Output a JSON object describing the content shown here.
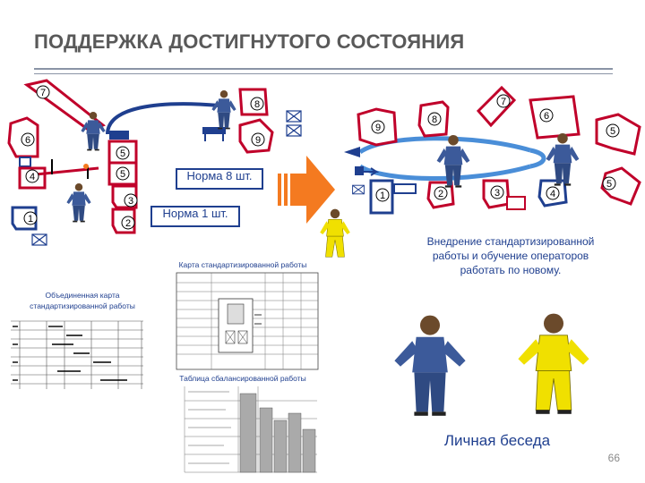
{
  "slide": {
    "title": "ПОДДЕРЖКА ДОСТИГНУТОГО СОСТОЯНИЯ",
    "page_number": "66",
    "accent_red": "#c0002a",
    "accent_blue": "#1f3f8f",
    "arrow_orange": "#f47a20"
  },
  "before": {
    "station_numbers": [
      "7",
      "6",
      "4",
      "1",
      "5",
      "5",
      "3",
      "2",
      "8",
      "9"
    ],
    "norm_8": "Норма 8 шт.",
    "norm_1": "Норма 1 шт."
  },
  "after": {
    "station_numbers": [
      "9",
      "8",
      "7",
      "6",
      "5",
      "5",
      "1",
      "2",
      "3",
      "4"
    ],
    "description": "Внедрение стандартизированной работы и обучение операторов работать по новому."
  },
  "docs": {
    "combined_map": "Объединенная карта стандартизированной работы",
    "standard_map": "Карта стандартизированной работы",
    "balance_table": "Таблица сбалансированной работы"
  },
  "conversation": {
    "label": "Личная беседа"
  },
  "icons": {
    "worker": "worker-figure-icon",
    "envelope": "crossed-box-icon",
    "flow_arrow": "process-arrow-icon"
  }
}
